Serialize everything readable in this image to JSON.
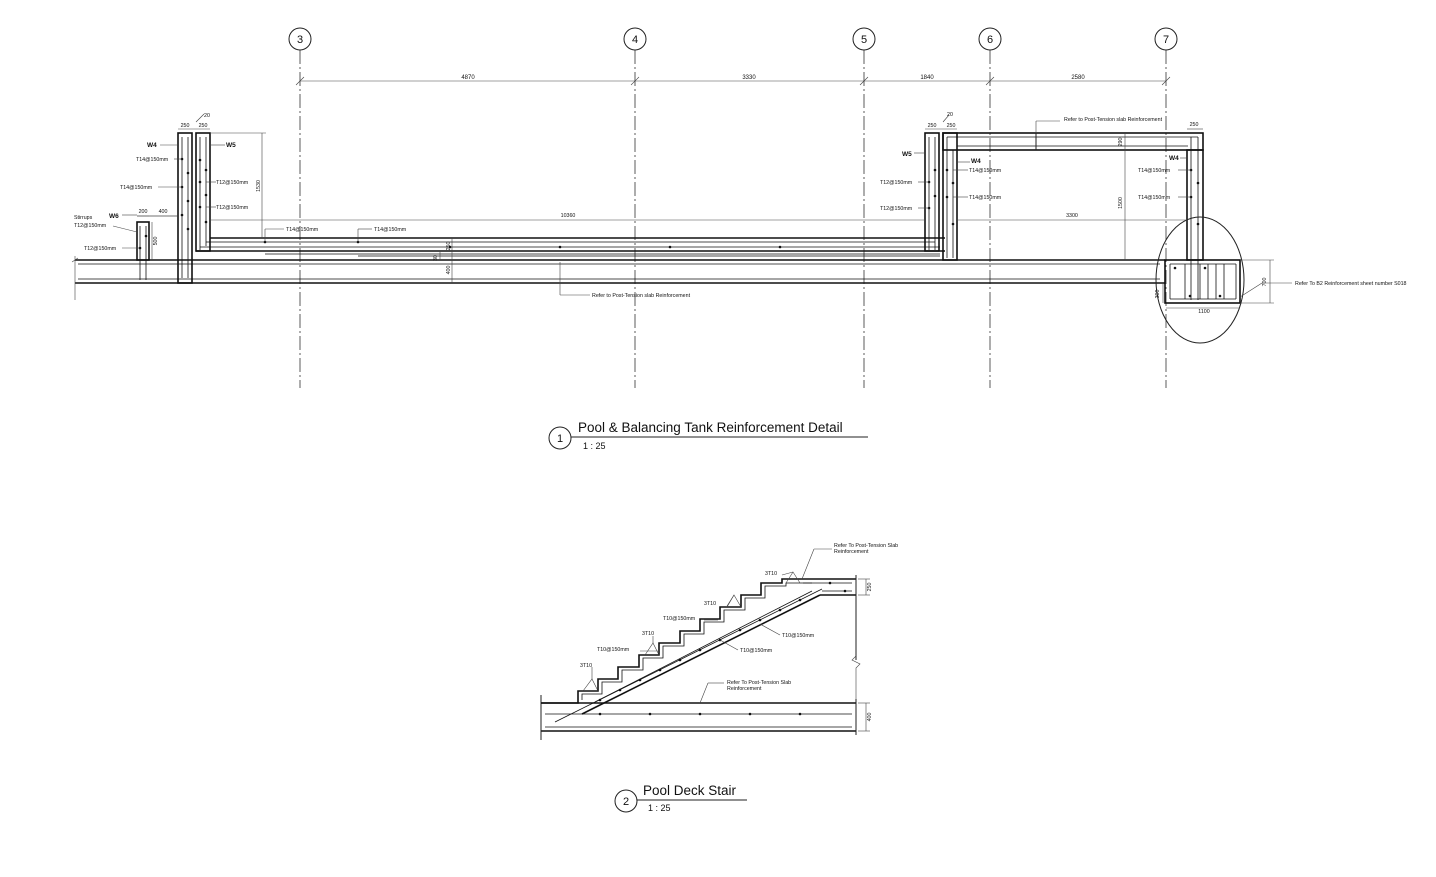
{
  "grid_lines": [
    "3",
    "4",
    "5",
    "6",
    "7"
  ],
  "dims_top": [
    "4870",
    "3330",
    "1840",
    "2580"
  ],
  "view1": {
    "number": "1",
    "title": "Pool & Balancing Tank Reinforcement Detail",
    "scale": "1 : 25",
    "wall_tags": {
      "w4": "W4",
      "w5": "W5",
      "w6": "W6"
    },
    "dims": {
      "d250": "250",
      "d20": "20",
      "d200": "200",
      "d400": "400",
      "d1530": "1530",
      "d500": "500",
      "d10360": "10360",
      "d3300": "3300",
      "d1500": "1500",
      "d290": "290",
      "d1100": "1100",
      "d700": "700",
      "d300": "300",
      "d30": "30",
      "d250v": "250"
    },
    "bars": {
      "t14": "T14@150mm",
      "t12": "T12@150mm",
      "stirrups": "Stirrups"
    },
    "notes": {
      "pt_left": "Refer to Post-Tension slab Reinforcement",
      "pt_top": "Refer to Post-Tension slab Reinforcement",
      "sheet": "Refer To B2 Reinforcement sheet number S018"
    }
  },
  "view2": {
    "number": "2",
    "title": "Pool Deck Stair",
    "scale": "1 : 25",
    "bars": {
      "t10": "T10@150mm",
      "st": "3T10"
    },
    "notes": {
      "top_1": "Refer To Post-Tension Slab",
      "top_2": "Reinforcement",
      "bot_1": "Refer To Post-Tension Slab",
      "bot_2": "Reinforcement"
    },
    "dims": {
      "d250": "250",
      "d400": "400"
    }
  }
}
